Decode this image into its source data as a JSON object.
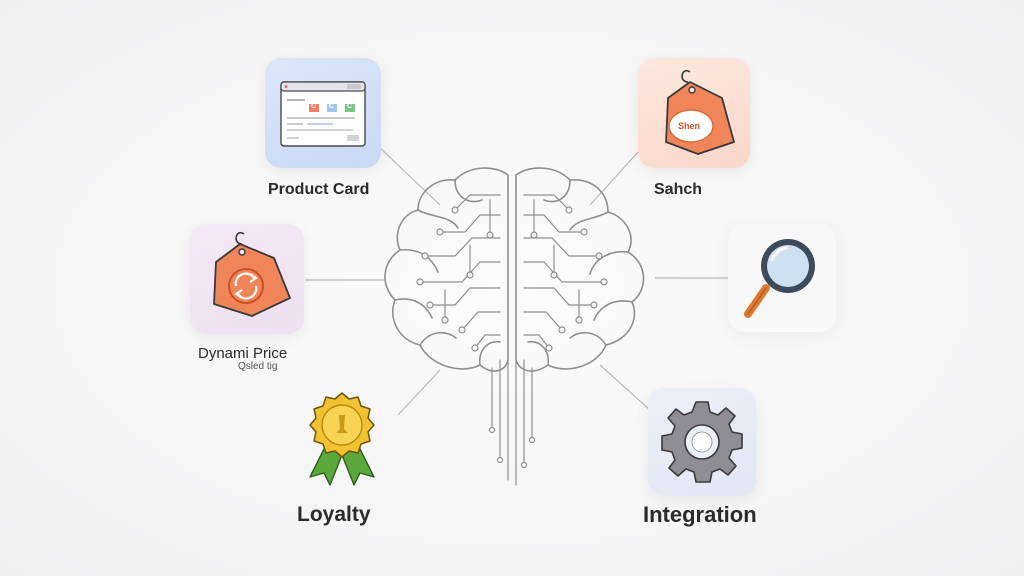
{
  "nodes": {
    "product_card": {
      "label": "Product Card",
      "button_labels": [
        "C",
        "C",
        "C"
      ]
    },
    "search_tag": {
      "label": "Sahch",
      "tag_text": "Shen"
    },
    "dynamic_price": {
      "label": "Dynami Price",
      "sub_label": "Qsled tig"
    },
    "loyalty": {
      "label": "Loyalty"
    },
    "integration": {
      "label": "Integration"
    }
  },
  "colors": {
    "line": "#b8b8b8",
    "brain_stroke": "#8f8f8f",
    "tag_orange": "#f0855a",
    "tag_outline": "#3a3a3a",
    "medal_gold": "#f2c230",
    "ribbon_green": "#5aa83a",
    "gear_gray": "#8e8e94",
    "lens_blue": "#cfe0f2",
    "handle_orange": "#e0782e",
    "card_tile_bg": "#d7e3f7",
    "tag_tile_bg": "#fbe1d6",
    "price_tile_bg": "#f1e4f4",
    "gear_tile_bg": "#e6ecf7"
  },
  "icons": [
    "browser-window-icon",
    "price-tag-icon",
    "dynamic-price-tag-icon",
    "magnifying-glass-icon",
    "medal-icon",
    "gear-icon",
    "brain-circuit-icon"
  ]
}
